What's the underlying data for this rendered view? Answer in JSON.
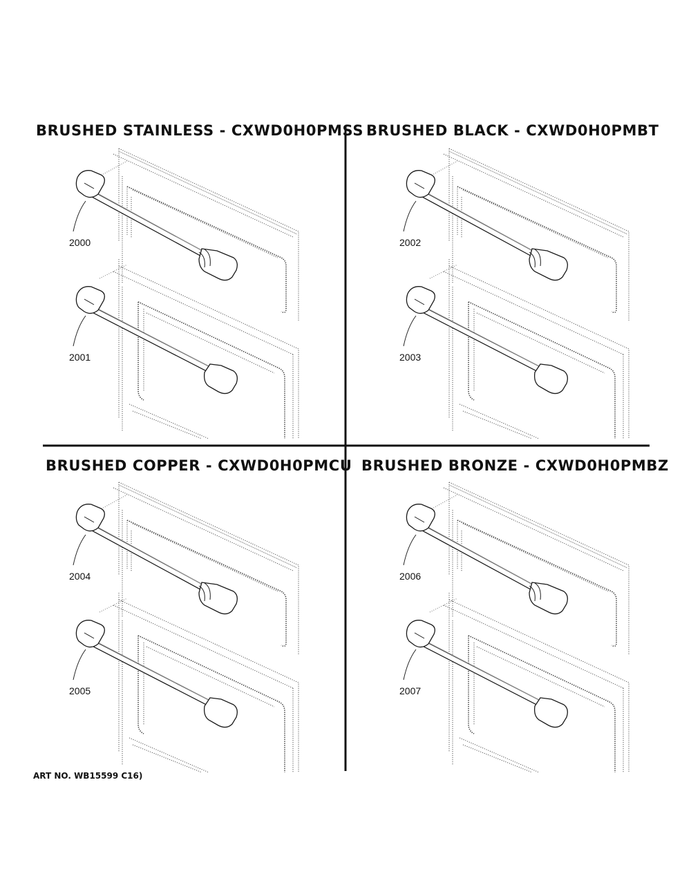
{
  "quadrants": [
    {
      "title": "BRUSHED STAINLESS - CXWD0H0PMSS",
      "parts": [
        "2000",
        "2001"
      ]
    },
    {
      "title": "BRUSHED BLACK - CXWD0H0PMBT",
      "parts": [
        "2002",
        "2003"
      ]
    },
    {
      "title": "BRUSHED COPPER - CXWD0H0PMCU",
      "parts": [
        "2004",
        "2005"
      ]
    },
    {
      "title": "BRUSHED BRONZE - CXWD0H0PMBZ",
      "parts": [
        "2006",
        "2007"
      ]
    }
  ],
  "art_number": "ART NO. WB15599 C16)"
}
